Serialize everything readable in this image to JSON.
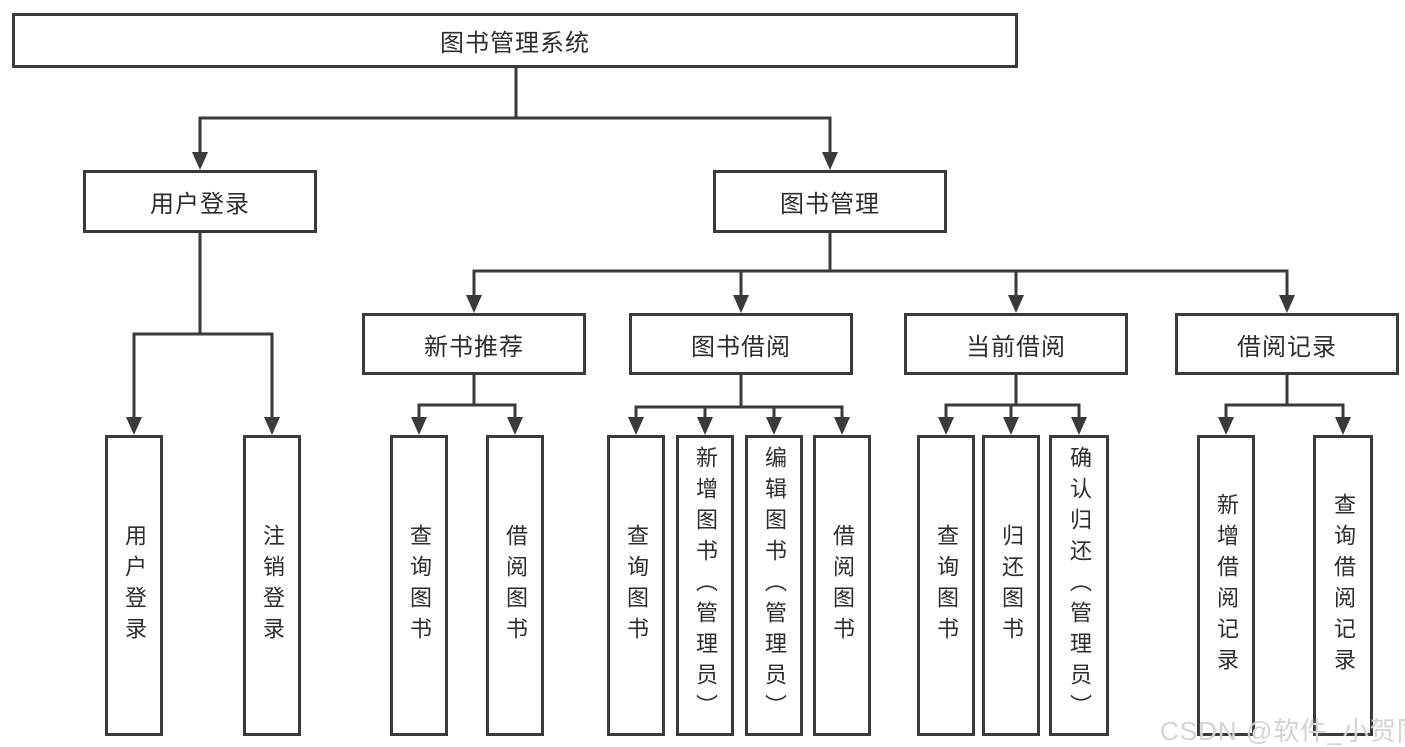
{
  "tree": {
    "root": "图书管理系统",
    "children": [
      {
        "label": "用户登录",
        "leaves": [
          "用户登录",
          "注销登录"
        ]
      },
      {
        "label": "图书管理",
        "children": [
          {
            "label": "新书推荐",
            "leaves": [
              "查询图书",
              "借阅图书"
            ]
          },
          {
            "label": "图书借阅",
            "leaves": [
              "查询图书",
              "新增图书（管理员）",
              "编辑图书（管理员）",
              "借阅图书"
            ]
          },
          {
            "label": "当前借阅",
            "leaves": [
              "查询图书",
              "归还图书",
              "确认归还（管理员）"
            ]
          },
          {
            "label": "借阅记录",
            "leaves": [
              "新增借阅记录",
              "查询借阅记录"
            ]
          }
        ]
      }
    ]
  },
  "watermark": "CSDN @软件_小贺同学",
  "colors": {
    "line": "#3a3a3a",
    "text": "#2d2d2d",
    "watermark": "#d3d3d3",
    "background": "#ffffff"
  }
}
